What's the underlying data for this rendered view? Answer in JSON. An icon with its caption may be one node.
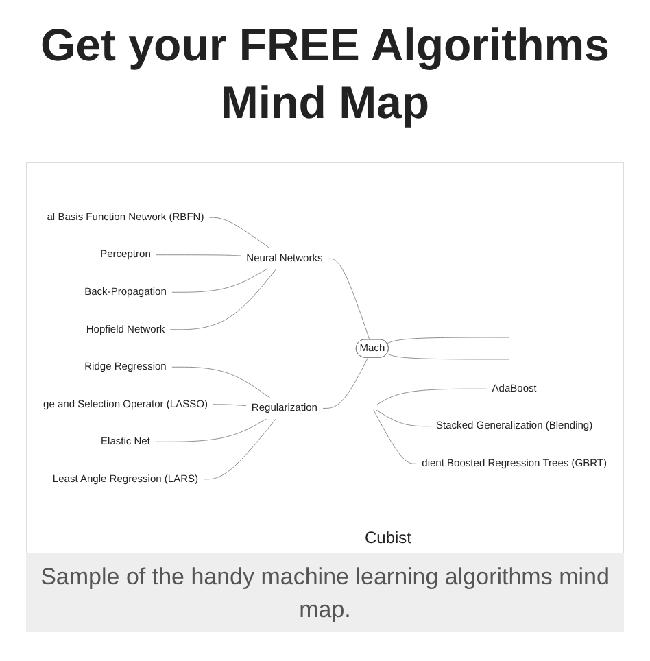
{
  "diagram": {
    "title": "Get your FREE Algorithms Mind Map",
    "caption": "Sample of the handy machine learning algorithms mind map.",
    "nodes": [
      {
        "text": [
          "AdaBoost"
        ]
      },
      {
        "text": [
          "Stacked Generalization (Blending)"
        ]
      },
      {
        "text": [
          "dient Boosted Regression Trees (GBRT)"
        ]
      },
      {
        "text": [
          "al Basis Function Network (RBFN)"
        ]
      },
      {
        "text": [
          "Perceptron"
        ]
      },
      {
        "text": [
          "Neural Networks"
        ]
      },
      {
        "text": [
          "Back-Propagation"
        ]
      },
      {
        "text": [
          "Hopfield Network"
        ]
      },
      {
        "text": [
          "Mach"
        ]
      },
      {
        "text": [
          "Ridge Regression"
        ]
      },
      {
        "text": [
          "ge and Selection Operator (LASSO)"
        ]
      },
      {
        "text": [
          "Regularization"
        ]
      },
      {
        "text": [
          "Elastic Net"
        ]
      },
      {
        "text": [
          "Least Angle Regression (LARS)"
        ]
      }
    ],
    "edges": [
      {
        "from": null,
        "to": 0,
        "arrow": "none"
      },
      {
        "from": null,
        "to": 1,
        "arrow": "none"
      },
      {
        "from": null,
        "to": 2,
        "arrow": "none"
      },
      {
        "from": 8,
        "to": 5,
        "arrow": "none"
      },
      {
        "from": 5,
        "to": 3,
        "arrow": "none"
      },
      {
        "from": 5,
        "to": 4,
        "arrow": "none"
      },
      {
        "from": 5,
        "to": 6,
        "arrow": "none"
      },
      {
        "from": 5,
        "to": 7,
        "arrow": "none"
      },
      {
        "from": 8,
        "to": 11,
        "arrow": "none"
      },
      {
        "from": 11,
        "to": 9,
        "arrow": "none"
      },
      {
        "from": 11,
        "to": 10,
        "arrow": "none"
      },
      {
        "from": 11,
        "to": 12,
        "arrow": "none"
      },
      {
        "from": 11,
        "to": 13,
        "arrow": "none"
      },
      {
        "from": 8,
        "to": null,
        "arrow": "none"
      },
      {
        "from": 8,
        "to": null,
        "arrow": "none"
      }
    ],
    "labels": [
      "Cubist"
    ]
  }
}
